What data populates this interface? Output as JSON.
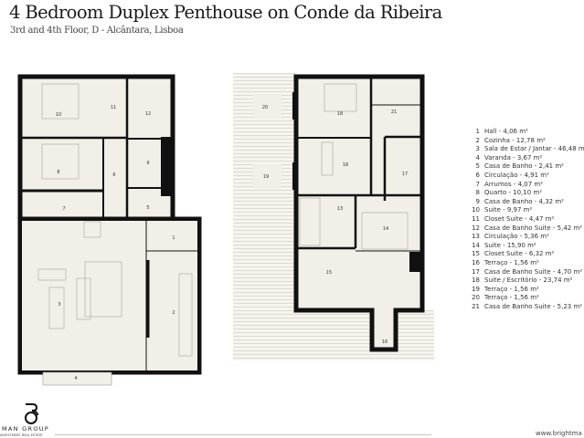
{
  "header": {
    "title": "4 Bedroom Duplex Penthouse on Conde da Ribeira",
    "subtitle": "3rd and 4th Floor, D - Alcântara, Lisboa"
  },
  "plan": {
    "floor_color": "#f1efe8",
    "wall_color": "#111111",
    "lower_floor_labels": {
      "r1": "1",
      "r2": "2",
      "r3": "3",
      "r4": "4",
      "r5": "5",
      "r6": "6",
      "r7": "7",
      "r8": "8",
      "r9": "9",
      "r10": "10",
      "r11": "11",
      "r12": "12"
    },
    "upper_floor_labels": {
      "r13": "13",
      "r14": "14",
      "r15": "15",
      "r16": "16",
      "r17": "17",
      "r18a": "18",
      "r18b": "18",
      "r19": "19",
      "r20": "20",
      "r21": "21"
    }
  },
  "legend": [
    {
      "n": "1",
      "t": "Hall - 4,06 m²"
    },
    {
      "n": "2",
      "t": "Cozinha - 12,78 m²"
    },
    {
      "n": "3",
      "t": "Sala de Estar / Jantar - 46,48 m²"
    },
    {
      "n": "4",
      "t": "Varanda - 3,67 m²"
    },
    {
      "n": "5",
      "t": "Casa de Banho - 2,41 m²"
    },
    {
      "n": "6",
      "t": "Circulação - 4,91 m²"
    },
    {
      "n": "7",
      "t": "Arrumos - 4,07 m²"
    },
    {
      "n": "8",
      "t": "Quarto - 10,10 m²"
    },
    {
      "n": "9",
      "t": "Casa de Banho - 4,32 m²"
    },
    {
      "n": "10",
      "t": "Suite - 9,97 m²"
    },
    {
      "n": "11",
      "t": "Closet Suite - 4,47 m²"
    },
    {
      "n": "12",
      "t": "Casa de Banho Suite - 5,42 m²"
    },
    {
      "n": "13",
      "t": "Circulação - 5,36 m²"
    },
    {
      "n": "14",
      "t": "Suite - 15,90 m²"
    },
    {
      "n": "15",
      "t": "Closet Suite - 6,32 m²"
    },
    {
      "n": "16",
      "t": "Terraço - 1,56 m²"
    },
    {
      "n": "17",
      "t": "Casa de Banho Suite - 4,70 m²"
    },
    {
      "n": "18",
      "t": "Suite / Escritório - 23,74 m²"
    },
    {
      "n": "19",
      "t": "Terraço - 1,56 m²"
    },
    {
      "n": "20",
      "t": "Terraço - 1,56 m²"
    },
    {
      "n": "21",
      "t": "Casa de Banho Suite - 5,23 m²"
    }
  ],
  "footer": {
    "logo_text": "MAN GROUP",
    "logo_sub": "INVESTMENT REAL ESTATE",
    "url": "www.brightma"
  }
}
